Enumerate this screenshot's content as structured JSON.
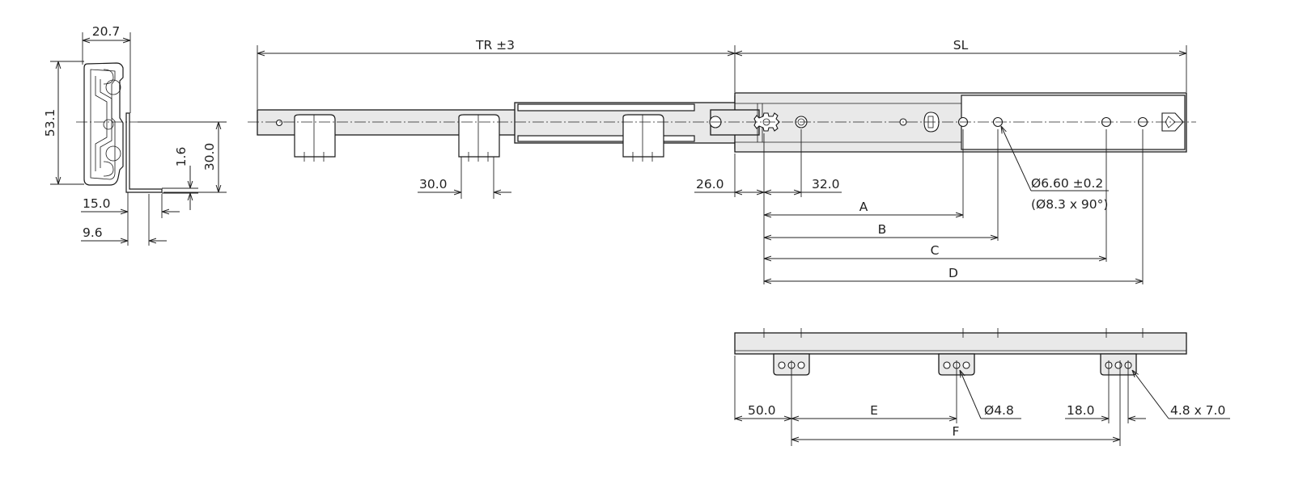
{
  "dimensions": {
    "profile_width": "20.7",
    "profile_height": "53.1",
    "flange_thickness": "1.6",
    "flange_height": "30.0",
    "offset_15": "15.0",
    "offset_9_6": "9.6",
    "travel": "TR ±3",
    "slide_length": "SL",
    "tab_width": "30.0",
    "first_hole_offset": "26.0",
    "hole_pitch": "32.0",
    "hole_dia": "Ø6.60 ±0.2",
    "hole_csk": "(Ø8.3 x 90°)",
    "span_a": "A",
    "span_b": "B",
    "span_c": "C",
    "span_d": "D",
    "bracket_offset": "50.0",
    "span_e": "E",
    "small_hole_dia": "Ø4.8",
    "bracket_edge": "18.0",
    "slot_size": "4.8 x 7.0",
    "span_f": "F"
  }
}
